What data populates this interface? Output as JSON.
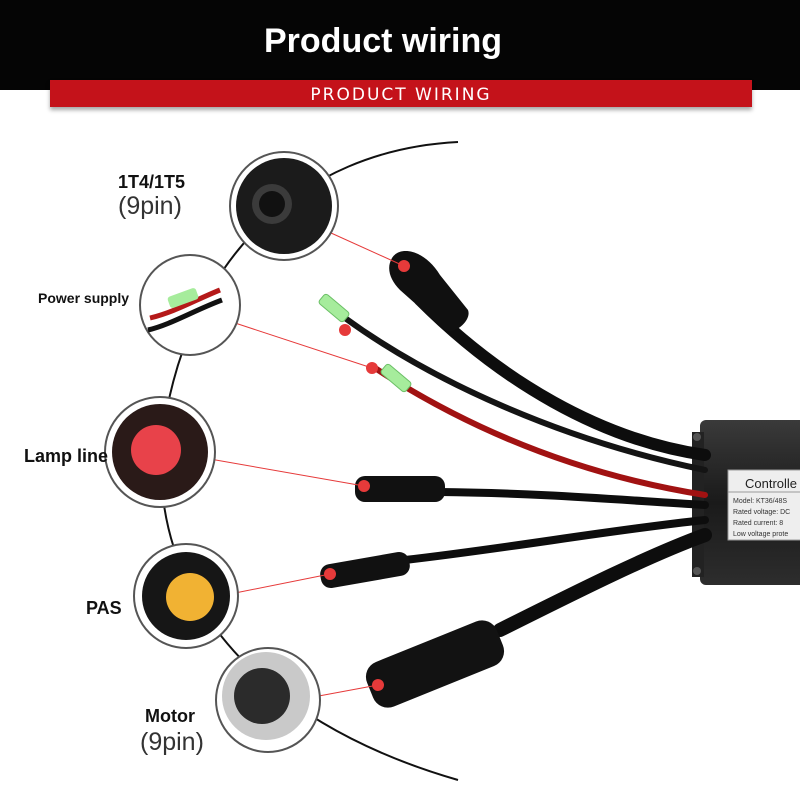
{
  "header": {
    "title": "Product wiring",
    "subtitle": "PRODUCT WIRING"
  },
  "connectors": [
    {
      "label": "1T4/1T5",
      "detail": "(9pin)"
    },
    {
      "label": "Power supply"
    },
    {
      "label": "Lamp line"
    },
    {
      "label": "PAS"
    },
    {
      "label": "Motor",
      "detail": "(9pin)"
    }
  ],
  "controller": {
    "name": "Controlle",
    "lines": [
      "Model:  KT36/48S",
      "Rated voltage:  DC",
      "Rated current:  8",
      "Low voltage prote"
    ]
  },
  "colors": {
    "accent": "#c4121a",
    "header_bg": "#050505",
    "pointer": "#e63a3a"
  }
}
